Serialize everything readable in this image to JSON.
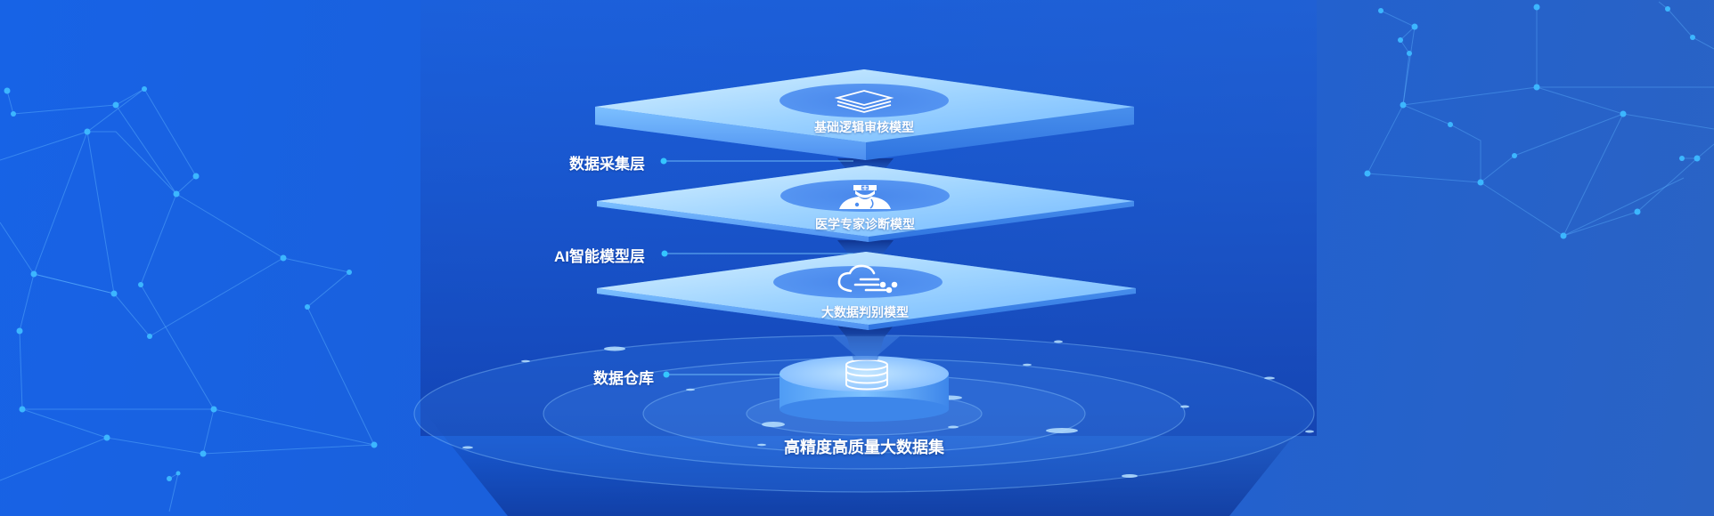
{
  "layers": [
    {
      "label": "基础逻辑审核模型",
      "icon": "stacked-layers-icon"
    },
    {
      "label": "医学专家诊断模型",
      "icon": "doctor-icon"
    },
    {
      "label": "大数据判别模型",
      "icon": "cloud-data-icon"
    }
  ],
  "side_labels": {
    "collection": "数据采集层",
    "ai": "AI智能模型层",
    "warehouse": "数据仓库"
  },
  "base": {
    "label": "高精度高质量大数据集",
    "icon": "database-icon"
  },
  "colors": {
    "background": "#1763e6",
    "plate_top": "#9fd4ff",
    "plate_side": "#4d8ff0",
    "accent_dot": "#34c6ff",
    "text": "#ffffff"
  }
}
